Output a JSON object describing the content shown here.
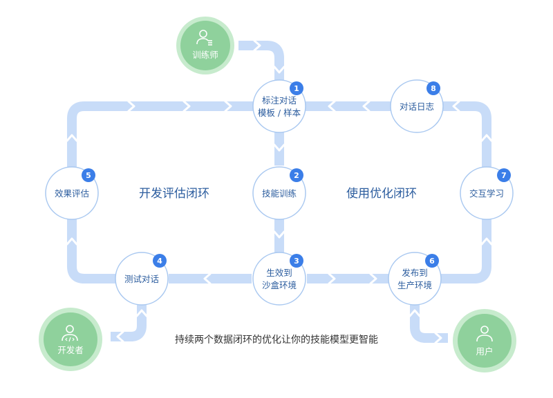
{
  "actors": {
    "trainer": "训练师",
    "developer": "开发者",
    "user": "用户"
  },
  "nodes": {
    "n1": {
      "badge": "1",
      "line1": "标注对话",
      "line2": "模板 / 样本"
    },
    "n2": {
      "badge": "2",
      "line1": "技能训练"
    },
    "n3": {
      "badge": "3",
      "line1": "生效到",
      "line2": "沙盒环境"
    },
    "n4": {
      "badge": "4",
      "line1": "测试对话"
    },
    "n5": {
      "badge": "5",
      "line1": "效果评估"
    },
    "n6": {
      "badge": "6",
      "line1": "发布到",
      "line2": "生产环境"
    },
    "n7": {
      "badge": "7",
      "line1": "交互学习"
    },
    "n8": {
      "badge": "8",
      "line1": "对话日志"
    }
  },
  "loops": {
    "dev": "开发评估闭环",
    "use": "使用优化闭环"
  },
  "caption": "持续两个数据闭环的优化让你的技能模型更智能",
  "colors": {
    "track": "#c8dcf8",
    "chevron": "#ffffff",
    "node_stroke": "#a9c8f0",
    "badge": "#3b7ee8",
    "actor_fill": "#8fd19c",
    "actor_ring": "#c7ebcd",
    "text": "#2b5c9e"
  }
}
